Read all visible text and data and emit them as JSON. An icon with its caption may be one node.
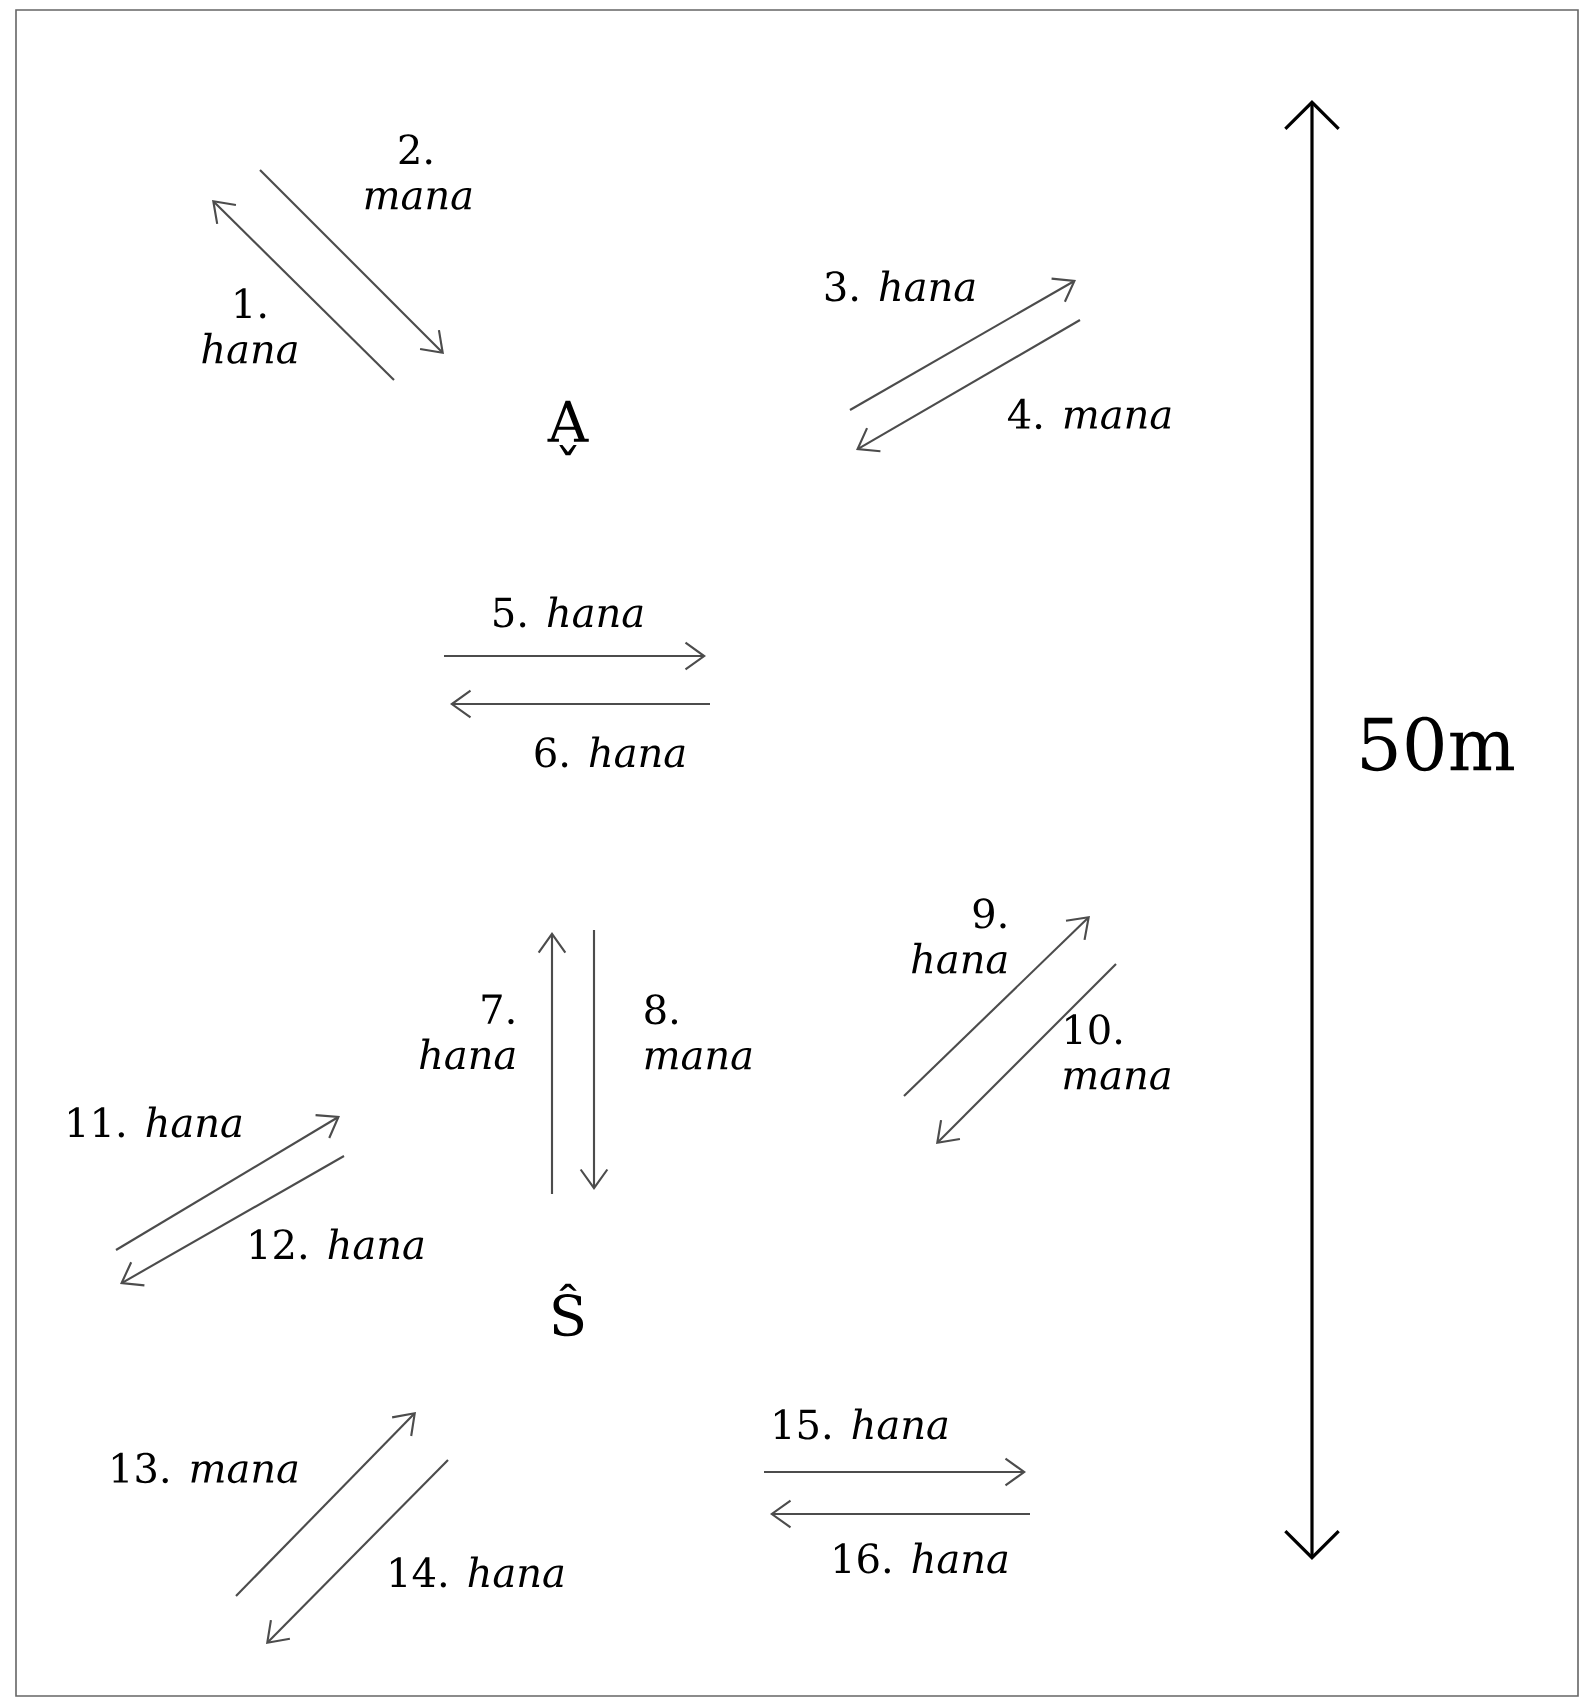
{
  "diagram": {
    "labels": [
      "1. *hana*",
      "2. *mana*",
      "3. *hana*",
      "4. *mana*",
      "A̬",
      "5. *hana*",
      "6. *hana*",
      "7. *hana*",
      "8. *mana*",
      "9. *hana*",
      "10. *mana*",
      "11. *hana*",
      "12. *hana*",
      "Ŝ",
      "13. *mana*",
      "14. *hana*",
      "15. *hana*",
      "16. *hana*",
      "50m"
    ]
  }
}
